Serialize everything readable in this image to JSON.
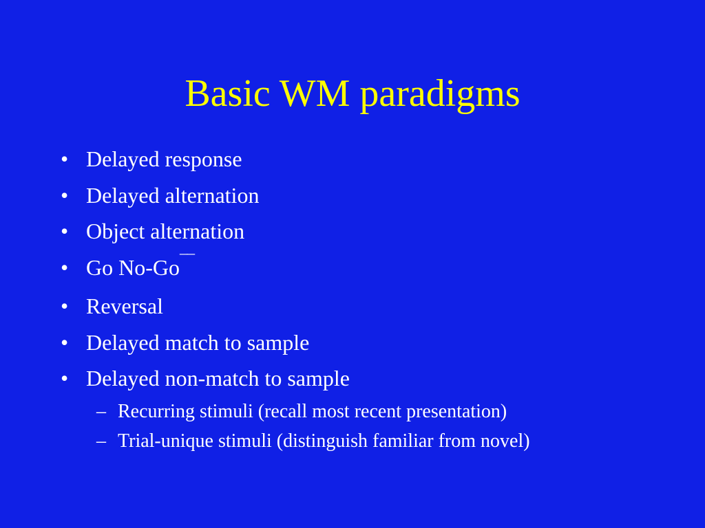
{
  "slide": {
    "title": "Basic WM paradigms",
    "background_color": "#1020e6",
    "title_color": "#ffff00",
    "text_color": "#ffffff",
    "bullet_symbol": "•",
    "sub_bullet_symbol": "–",
    "bullets": [
      "Delayed response",
      "Delayed alternation",
      "Object alternation",
      "Go No-Go",
      "Reversal",
      "Delayed match to sample",
      "Delayed non-match to sample"
    ],
    "go_nogo_mark": "¯¯",
    "sub_bullets": [
      "Recurring stimuli (recall most recent presentation)",
      "Trial-unique stimuli (distinguish familiar from novel)"
    ]
  }
}
